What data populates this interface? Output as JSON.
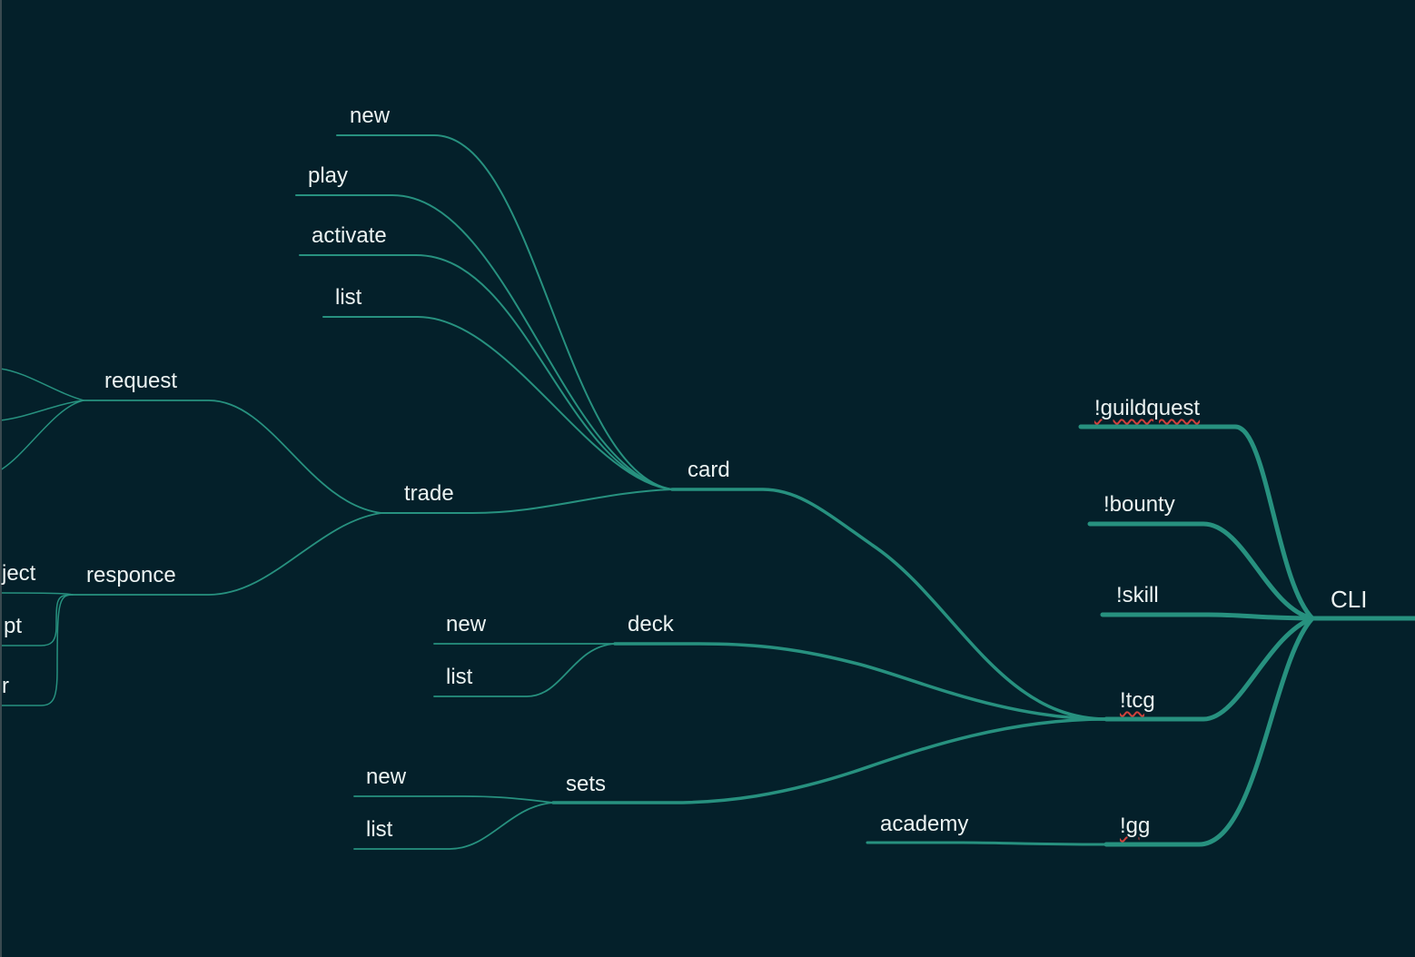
{
  "theme": {
    "background": "#04202a",
    "branch_color": "#27917f",
    "text_color": "#ecf3f2",
    "spellcheck_color": "#d0413c"
  },
  "mindmap": {
    "root": "CLI",
    "branches": {
      "guildquest": "!guildquest",
      "bounty": "!bounty",
      "skill": "!skill",
      "tcg": "!tcg",
      "gg": "!gg"
    },
    "gg_children": {
      "academy": "academy"
    },
    "tcg_children": {
      "card": "card",
      "deck": "deck",
      "sets": "sets"
    },
    "card_children": {
      "new": "new",
      "play": "play",
      "activate": "activate",
      "list": "list",
      "trade": "trade"
    },
    "trade_children": {
      "request": "request",
      "responce": "responce"
    },
    "responce_children_partial": {
      "reject": "ject",
      "accept": "pt",
      "other": "r"
    },
    "deck_children": {
      "new": "new",
      "list": "list"
    },
    "sets_children": {
      "new": "new",
      "list": "list"
    },
    "spellcheck_flagged": [
      "!guildquest",
      "!tcg",
      "!gg"
    ]
  }
}
